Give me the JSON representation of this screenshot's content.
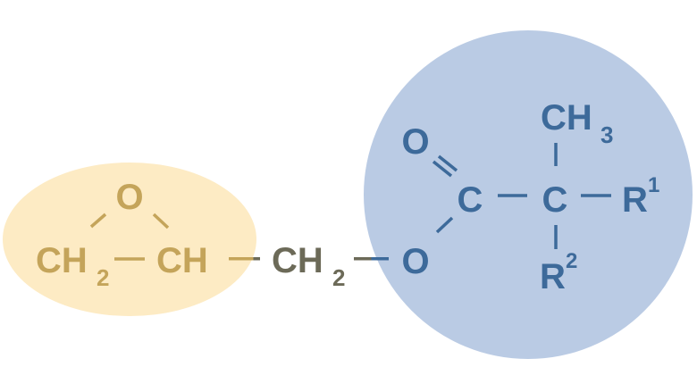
{
  "diagram": {
    "type": "chemical-structure",
    "description": "Glycidyl (meth)acrylate-type structure: epoxide group highlighted in yellow, methylene linker in gray, ester/acrylate group highlighted in blue",
    "colors": {
      "epoxide_fill": "#FDEBC4",
      "epoxide_text": "#C4A45A",
      "linker_text": "#6C6A58",
      "ester_fill": "#BACBE4",
      "ester_text": "#3D6A9A",
      "background": "#FFFFFF"
    },
    "epoxide_group": {
      "ring_oxygen": "O",
      "ch2": {
        "main": "CH",
        "sub": "2"
      },
      "ch": "CH"
    },
    "linker": {
      "ch2": {
        "main": "CH",
        "sub": "2"
      }
    },
    "ester_group": {
      "ester_oxygen": "O",
      "carbonyl_oxygen": "O",
      "carbonyl_carbon": "C",
      "alpha_carbon": "C",
      "methyl": {
        "main": "CH",
        "sub": "3"
      },
      "r1": {
        "main": "R",
        "sup": "1"
      },
      "r2": {
        "main": "R",
        "sup": "2"
      }
    }
  }
}
